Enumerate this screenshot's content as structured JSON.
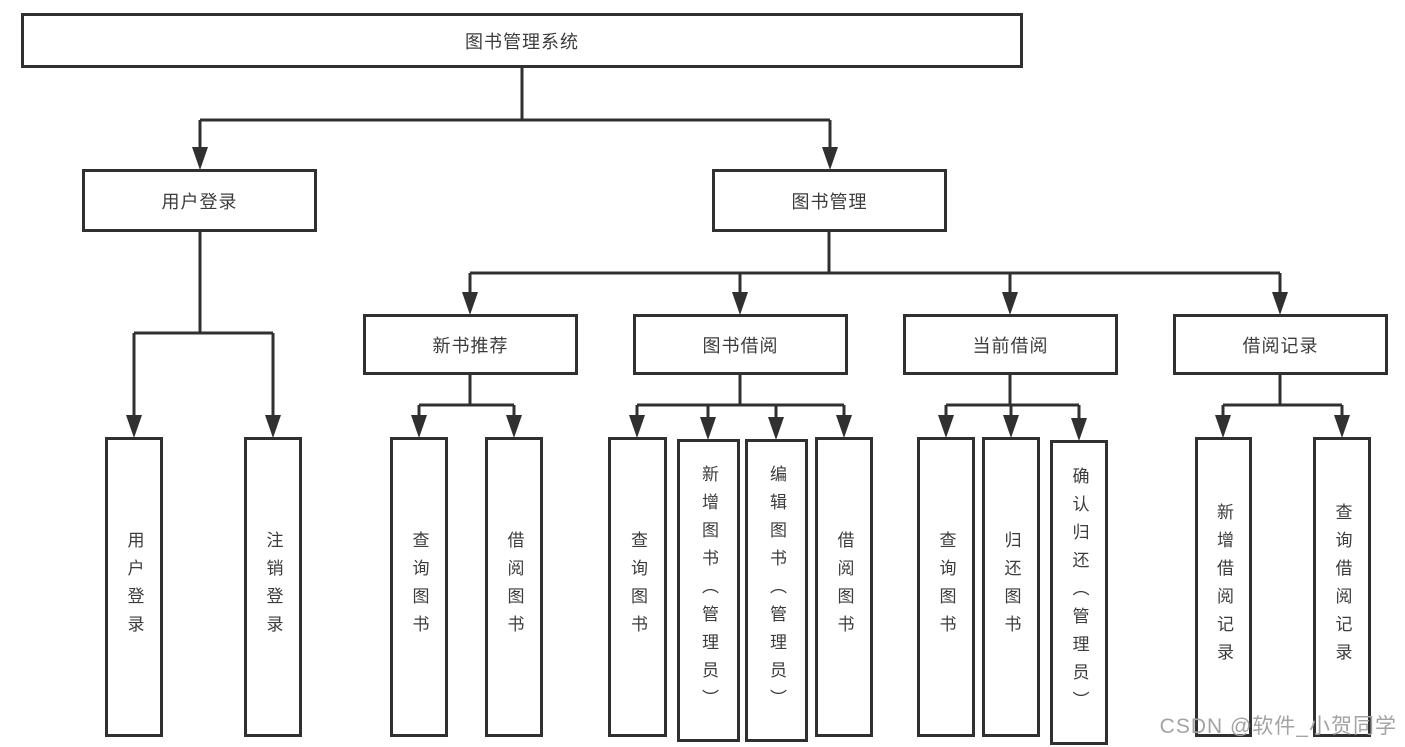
{
  "tree": {
    "root": {
      "label": "图书管理系统",
      "children": [
        {
          "label": "用户登录",
          "children": [
            {
              "label": "用户登录"
            },
            {
              "label": "注销登录"
            }
          ]
        },
        {
          "label": "图书管理",
          "children": [
            {
              "label": "新书推荐",
              "children": [
                {
                  "label": "查询图书"
                },
                {
                  "label": "借阅图书"
                }
              ]
            },
            {
              "label": "图书借阅",
              "children": [
                {
                  "label": "查询图书"
                },
                {
                  "label": "新增图书（管理员）"
                },
                {
                  "label": "编辑图书（管理员）"
                },
                {
                  "label": "借阅图书"
                }
              ]
            },
            {
              "label": "当前借阅",
              "children": [
                {
                  "label": "查询图书"
                },
                {
                  "label": "归还图书"
                },
                {
                  "label": "确认归还（管理员）"
                }
              ]
            },
            {
              "label": "借阅记录",
              "children": [
                {
                  "label": "新增借阅记录"
                },
                {
                  "label": "查询借阅记录"
                }
              ]
            }
          ]
        }
      ]
    }
  },
  "watermark": {
    "text": "CSDN @软件_小贺同学"
  },
  "colors": {
    "line": "#303030",
    "text": "#3c3c3c",
    "box_bg": "#ffffff",
    "watermark": "#a3a3a3",
    "background": "#ffffff"
  }
}
